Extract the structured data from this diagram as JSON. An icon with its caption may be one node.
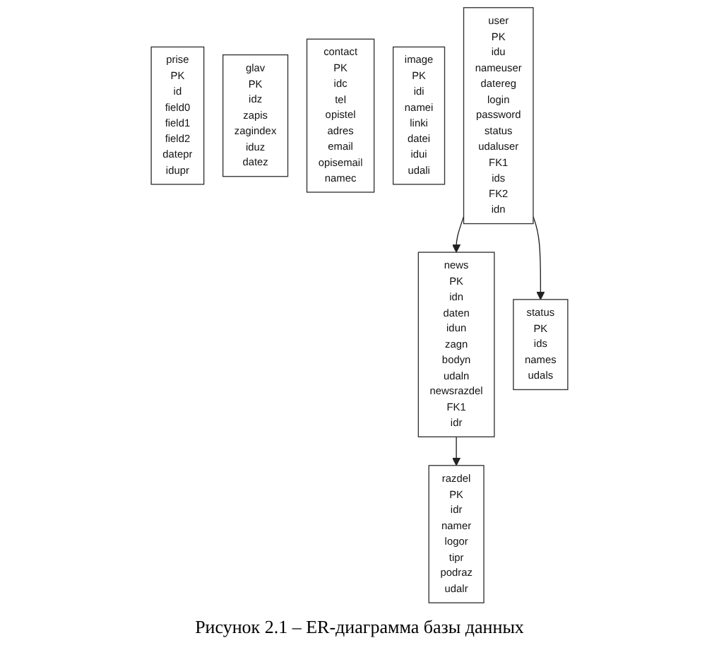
{
  "diagram": {
    "caption": "Рисунок 2.1 – ER-диаграмма базы данных",
    "nodes": [
      {
        "text": [
          "razdel",
          "PK",
          "idr",
          "namer",
          "logor",
          "tipr",
          "podraz",
          "udalr"
        ]
      },
      {
        "text": [
          "prise",
          "PK",
          "id",
          "field0",
          "field1",
          "field2",
          "datepr",
          "idupr"
        ]
      },
      {
        "text": [
          "news",
          "PK",
          "idn",
          "daten",
          "idun",
          "zagn",
          "bodyn",
          "udaln",
          "newsrazdel",
          "FK1",
          "idr"
        ]
      },
      {
        "text": [
          "glav",
          "PK",
          "idz",
          "zapis",
          "zagindex",
          "iduz",
          "datez"
        ]
      },
      {
        "text": [
          "contact",
          "PK",
          "idc",
          "tel",
          "opistel",
          "adres",
          "email",
          "opisemail",
          "namec"
        ]
      },
      {
        "text": [
          "image",
          "PK",
          "idi",
          "namei",
          "linki",
          "datei",
          "idui",
          "udali"
        ]
      },
      {
        "text": [
          "user",
          "PK",
          "idu",
          "nameuser",
          "datereg",
          "login",
          "password",
          "status",
          "udaluser",
          "FK1",
          "ids",
          "FK2",
          "idn"
        ]
      },
      {
        "text": [
          "status",
          "PK",
          "ids",
          "names",
          "udals"
        ]
      }
    ],
    "edges": [
      {
        "from": 2,
        "to": 0,
        "arrow": "to"
      },
      {
        "from": 6,
        "to": 2,
        "arrow": "to"
      },
      {
        "from": 6,
        "to": 7,
        "arrow": "to"
      }
    ]
  }
}
